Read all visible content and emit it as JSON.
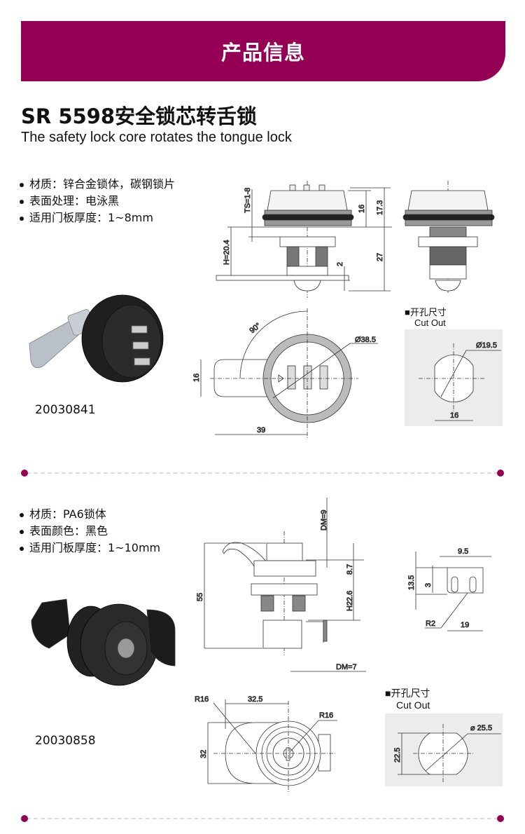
{
  "header": {
    "title": "产品信息"
  },
  "product": {
    "title": "SR 5598安全锁芯转舌锁",
    "subtitle": "The safety lock core rotates the tongue lock"
  },
  "colors": {
    "accent": "#950054",
    "cutout_bg": "#ececec"
  },
  "section1": {
    "specs": [
      "材质：锌合金锁体，碳钢锁片",
      "表面处理：电泳黑",
      "适用门板厚度：1~8mm"
    ],
    "code": "20030841",
    "dims": {
      "ts": "TS=1-8",
      "h": "H=20.4",
      "d16": "16",
      "d173": "17.3",
      "d27": "27",
      "d2": "2",
      "angle": "90°",
      "dia": "Ø38.5",
      "width16": "16",
      "length39": "39"
    },
    "cutout": {
      "label_cn": "■开孔尺寸",
      "label_en": "Cut Out",
      "dia": "Ø19.5",
      "width": "16"
    }
  },
  "section2": {
    "specs": [
      "材质：PA6锁体",
      "表面颜色：黑色",
      "适用门板厚度：1~10mm"
    ],
    "code": "20030858",
    "dims": {
      "dm9": "DM=9",
      "d55": "55",
      "d87": "8.7",
      "h226": "H22.6",
      "dm7": "DM=7",
      "b95": "9.5",
      "b135": "13.5",
      "b3": "3",
      "r2": "R2",
      "b19": "19",
      "r16a": "R16",
      "d325": "32.5",
      "r16b": "R16",
      "d32": "32"
    },
    "cutout": {
      "label_cn": "■开孔尺寸",
      "label_en": "Cut Out",
      "dia": "⌀ 25.5",
      "height": "22.5"
    }
  }
}
